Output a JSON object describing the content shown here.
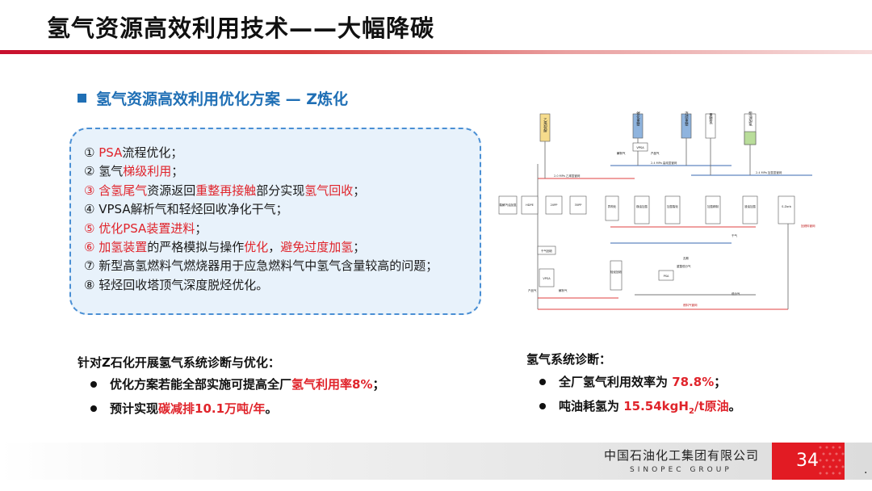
{
  "header": {
    "title": "氢气资源高效利用技术——大幅降碳"
  },
  "section": {
    "subtitle": "氢气资源高效利用优化方案 — Z炼化"
  },
  "plan_items": [
    [
      {
        "t": "① ",
        "r": false
      },
      {
        "t": "PSA",
        "r": true
      },
      {
        "t": "流程优化；",
        "r": false
      }
    ],
    [
      {
        "t": "② 氢气",
        "r": false
      },
      {
        "t": "梯级利用",
        "r": true
      },
      {
        "t": "；",
        "r": false
      }
    ],
    [
      {
        "t": "③ 含氢尾气",
        "r": true
      },
      {
        "t": "资源返回",
        "r": false
      },
      {
        "t": "重整再接触",
        "r": true
      },
      {
        "t": "部分实现",
        "r": false
      },
      {
        "t": "氢气回收",
        "r": true
      },
      {
        "t": "；",
        "r": false
      }
    ],
    [
      {
        "t": "④ VPSA解析气和轻烃回收净化干气；",
        "r": false
      }
    ],
    [
      {
        "t": "⑤ 优化PSA装置进料",
        "r": true
      },
      {
        "t": "；",
        "r": false
      }
    ],
    [
      {
        "t": "⑥ 加氢装置",
        "r": true
      },
      {
        "t": "的严格模拟与操作",
        "r": false
      },
      {
        "t": "优化",
        "r": true
      },
      {
        "t": "，",
        "r": false
      },
      {
        "t": "避免过度加氢",
        "r": true
      },
      {
        "t": "；",
        "r": false
      }
    ],
    [
      {
        "t": "⑦ 新型高氢燃料气燃烧器用于应急燃料气中氢气含量较高的问题；",
        "r": false
      }
    ],
    [
      {
        "t": "⑧ 轻烃回收塔顶气深度脱烃优化。",
        "r": false
      }
    ]
  ],
  "left_panel": {
    "heading": "针对Z石化开展氢气系统诊断与优化：",
    "bullet1": {
      "pre": "优化方案若能全部实施可提高全厂",
      "red": "氢气利用率8%",
      "post": "；"
    },
    "bullet2": {
      "pre": "预计实现",
      "red": "碳减排10.1万吨/年",
      "post": "。"
    }
  },
  "right_panel": {
    "heading": "氢气系统诊断：",
    "bullet1": {
      "pre": "全厂氢气利用效率为 ",
      "red": "78.8%",
      "post": "；"
    },
    "bullet2": {
      "pre": "吨油耗氢为 ",
      "red_a": "15.54kgH",
      "red_sub": "2",
      "red_b": "/t原油",
      "post": "。"
    }
  },
  "diagram": {
    "top_boxes": [
      {
        "label": "乙烯裂解",
        "color": "#f6dc8c"
      },
      {
        "label": "催化重整",
        "color": "#8fb4de"
      },
      {
        "label": "连续重整",
        "color": "#8fb4de"
      },
      {
        "label": "重整氢",
        "color": "#ffffff"
      },
      {
        "label": "柴油加氢",
        "color": "#ffffff"
      }
    ],
    "header_labels": [
      "2.0 MPa 乙烯氢管网",
      "2.4 MPa 高纯氢管网",
      "2.4 MPa 加氢氢管网"
    ],
    "units": [
      "裂解汽油加氢",
      "HDPE",
      "20PP",
      "35PP",
      "异构化",
      "煤油加氢",
      "加氢裂化",
      "加氢精制",
      "渣油加氢",
      "S-Zorb"
    ],
    "small_labels": [
      "VPSA",
      "产品气",
      "解析气",
      "干气",
      "PSA",
      "瓦斯",
      "燃料气管网",
      "重整低分气",
      "低分气",
      "干气回收",
      "轻烃回收"
    ],
    "note": "回燃料管网"
  },
  "footer": {
    "company_cn": "中国石油化工集团有限公司",
    "company_en": "SINOPEC GROUP",
    "page": "34"
  }
}
